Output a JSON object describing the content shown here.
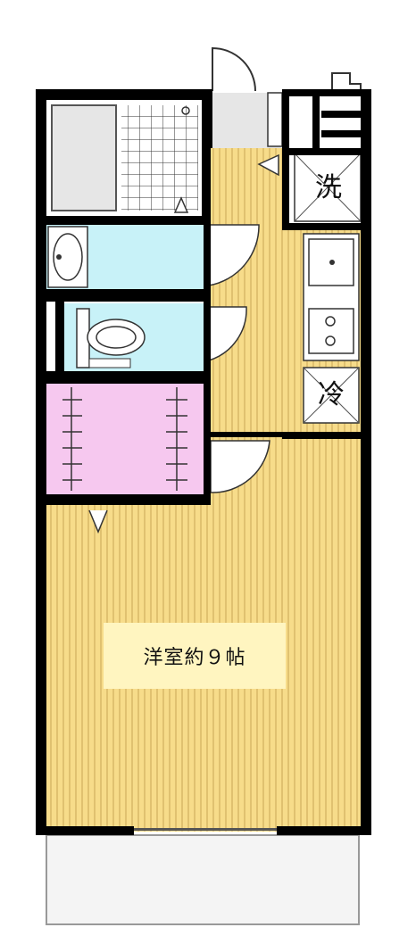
{
  "floorplan": {
    "main_room_label": "洋室約９帖",
    "washer_mark": "洗",
    "fridge_mark": "冷"
  },
  "colors": {
    "wall": "#000000",
    "flooring": "#f7dc8a",
    "flooring_stripe": "#cfae5a",
    "bath": "#e6e6e6",
    "washroom": "#c8f2f8",
    "closet": "#f6c8ef",
    "balcony": "#f4f4f4"
  }
}
